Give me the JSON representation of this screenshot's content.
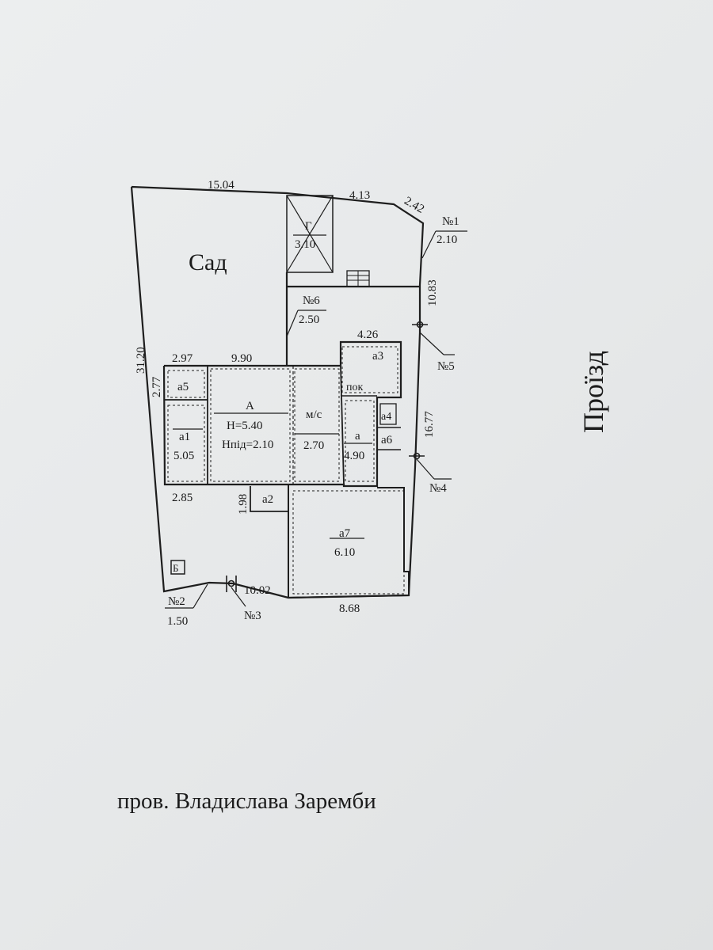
{
  "garden_label": "Сад",
  "side_road_label": "Проїзд",
  "street_label": "пров. Владислава Заремби",
  "plot_dimensions": {
    "top_main": "15.04",
    "top_mid": "4.13",
    "top_corner": "2.42",
    "left_side": "31.20",
    "left_inner": "2.77",
    "right_upper": "10.83",
    "right_lower": "16.77",
    "bottom_left": "10.02",
    "bottom_right": "8.68"
  },
  "house_dimensions": {
    "a5_width": "2.97",
    "main_width": "9.90",
    "a3_width": "4.26",
    "a1_bottom": "2.85",
    "a2_depth": "1.98"
  },
  "rooms": {
    "garage": {
      "name": "Г",
      "height": "3.10"
    },
    "main": {
      "name": "А",
      "height": "Н=5.40",
      "basement": "Нпід=2.10"
    },
    "ms": {
      "name": "м/с",
      "height": "2.70"
    },
    "a": {
      "name": "а",
      "height": "4.90"
    },
    "a1": {
      "name": "а1",
      "height": "5.05"
    },
    "a2": {
      "name": "а2"
    },
    "a3": {
      "name": "а3"
    },
    "a4": {
      "name": "а4"
    },
    "a5": {
      "name": "а5"
    },
    "a6": {
      "name": "а6"
    },
    "a7": {
      "name": "а7",
      "height": "6.10"
    },
    "pok": {
      "name": "пок"
    },
    "b": {
      "name": "Б"
    }
  },
  "fences": [
    {
      "id": "№1",
      "height": "2.10"
    },
    {
      "id": "№2",
      "height": "1.50"
    },
    {
      "id": "№3"
    },
    {
      "id": "№4"
    },
    {
      "id": "№5"
    },
    {
      "id": "№6",
      "height": "2.50"
    }
  ]
}
